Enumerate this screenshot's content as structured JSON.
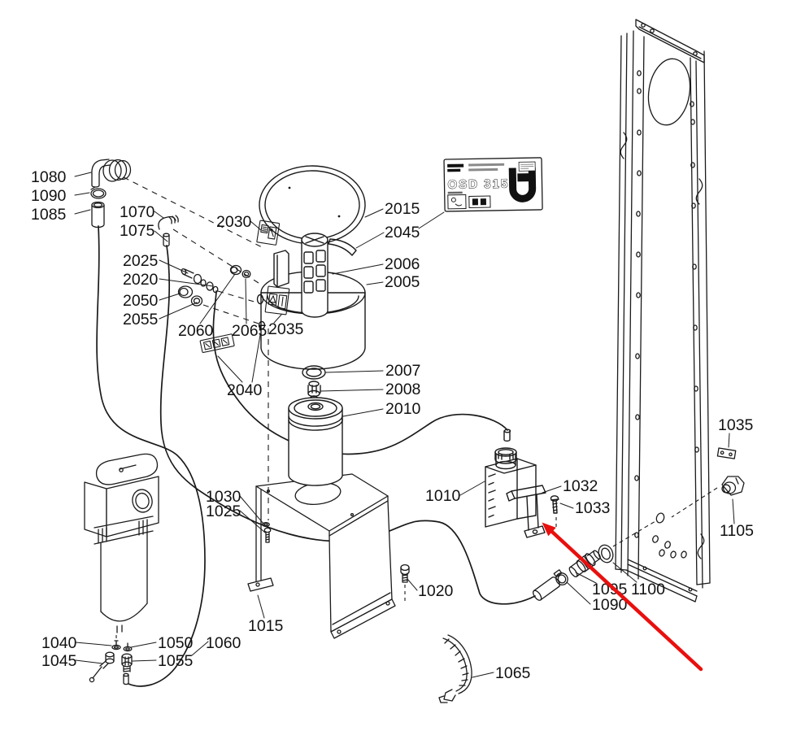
{
  "diagram": {
    "kind": "exploded-parts-diagram",
    "background_color": "#ffffff",
    "line_color": "#1a1a1a",
    "plate": {
      "model": "OSD 315"
    },
    "arrow": {
      "color": "#e8100e",
      "points_to": "1032"
    },
    "labels": [
      {
        "ref": "1080"
      },
      {
        "ref": "1090"
      },
      {
        "ref": "1085"
      },
      {
        "ref": "1070"
      },
      {
        "ref": "1075"
      },
      {
        "ref": "2025"
      },
      {
        "ref": "2020"
      },
      {
        "ref": "2050"
      },
      {
        "ref": "2055"
      },
      {
        "ref": "2060"
      },
      {
        "ref": "2065"
      },
      {
        "ref": "2030"
      },
      {
        "ref": "2035"
      },
      {
        "ref": "2040"
      },
      {
        "ref": "2015"
      },
      {
        "ref": "2045"
      },
      {
        "ref": "2006"
      },
      {
        "ref": "2005"
      },
      {
        "ref": "2007"
      },
      {
        "ref": "2008"
      },
      {
        "ref": "2010"
      },
      {
        "ref": "1010"
      },
      {
        "ref": "1032"
      },
      {
        "ref": "1033"
      },
      {
        "ref": "1030"
      },
      {
        "ref": "1025"
      },
      {
        "ref": "1015"
      },
      {
        "ref": "1020"
      },
      {
        "ref": "1095"
      },
      {
        "ref": "1100"
      },
      {
        "ref": "1090"
      },
      {
        "ref": "1065"
      },
      {
        "ref": "1040"
      },
      {
        "ref": "1045"
      },
      {
        "ref": "1050"
      },
      {
        "ref": "1055"
      },
      {
        "ref": "1060"
      },
      {
        "ref": "1035"
      },
      {
        "ref": "1105"
      }
    ]
  }
}
